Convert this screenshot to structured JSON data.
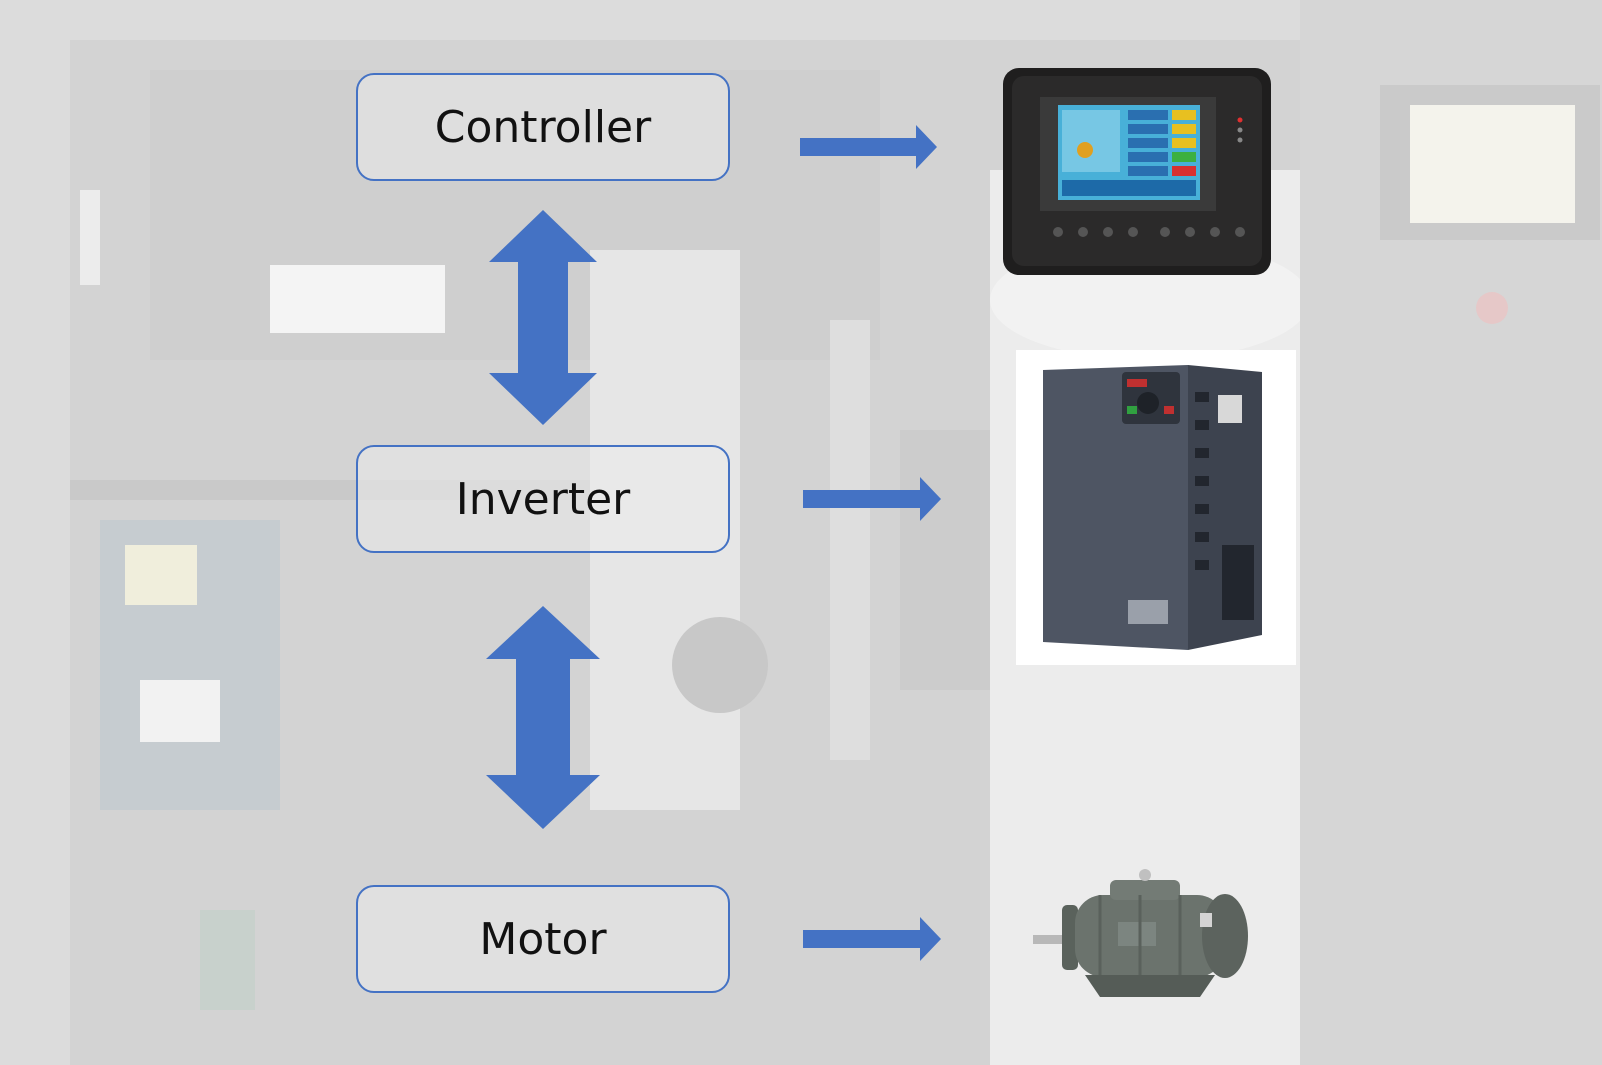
{
  "colors": {
    "accent": "#4472c4",
    "background": "#d9d9d9"
  },
  "nodes": [
    {
      "id": "controller",
      "label": "Controller",
      "image": "controller-panel-image"
    },
    {
      "id": "inverter",
      "label": "Inverter",
      "image": "inverter-drive-image"
    },
    {
      "id": "motor",
      "label": "Motor",
      "image": "electric-motor-image"
    }
  ],
  "edges": [
    {
      "from": "controller",
      "to": "inverter",
      "type": "bidirectional"
    },
    {
      "from": "inverter",
      "to": "motor",
      "type": "bidirectional"
    }
  ]
}
